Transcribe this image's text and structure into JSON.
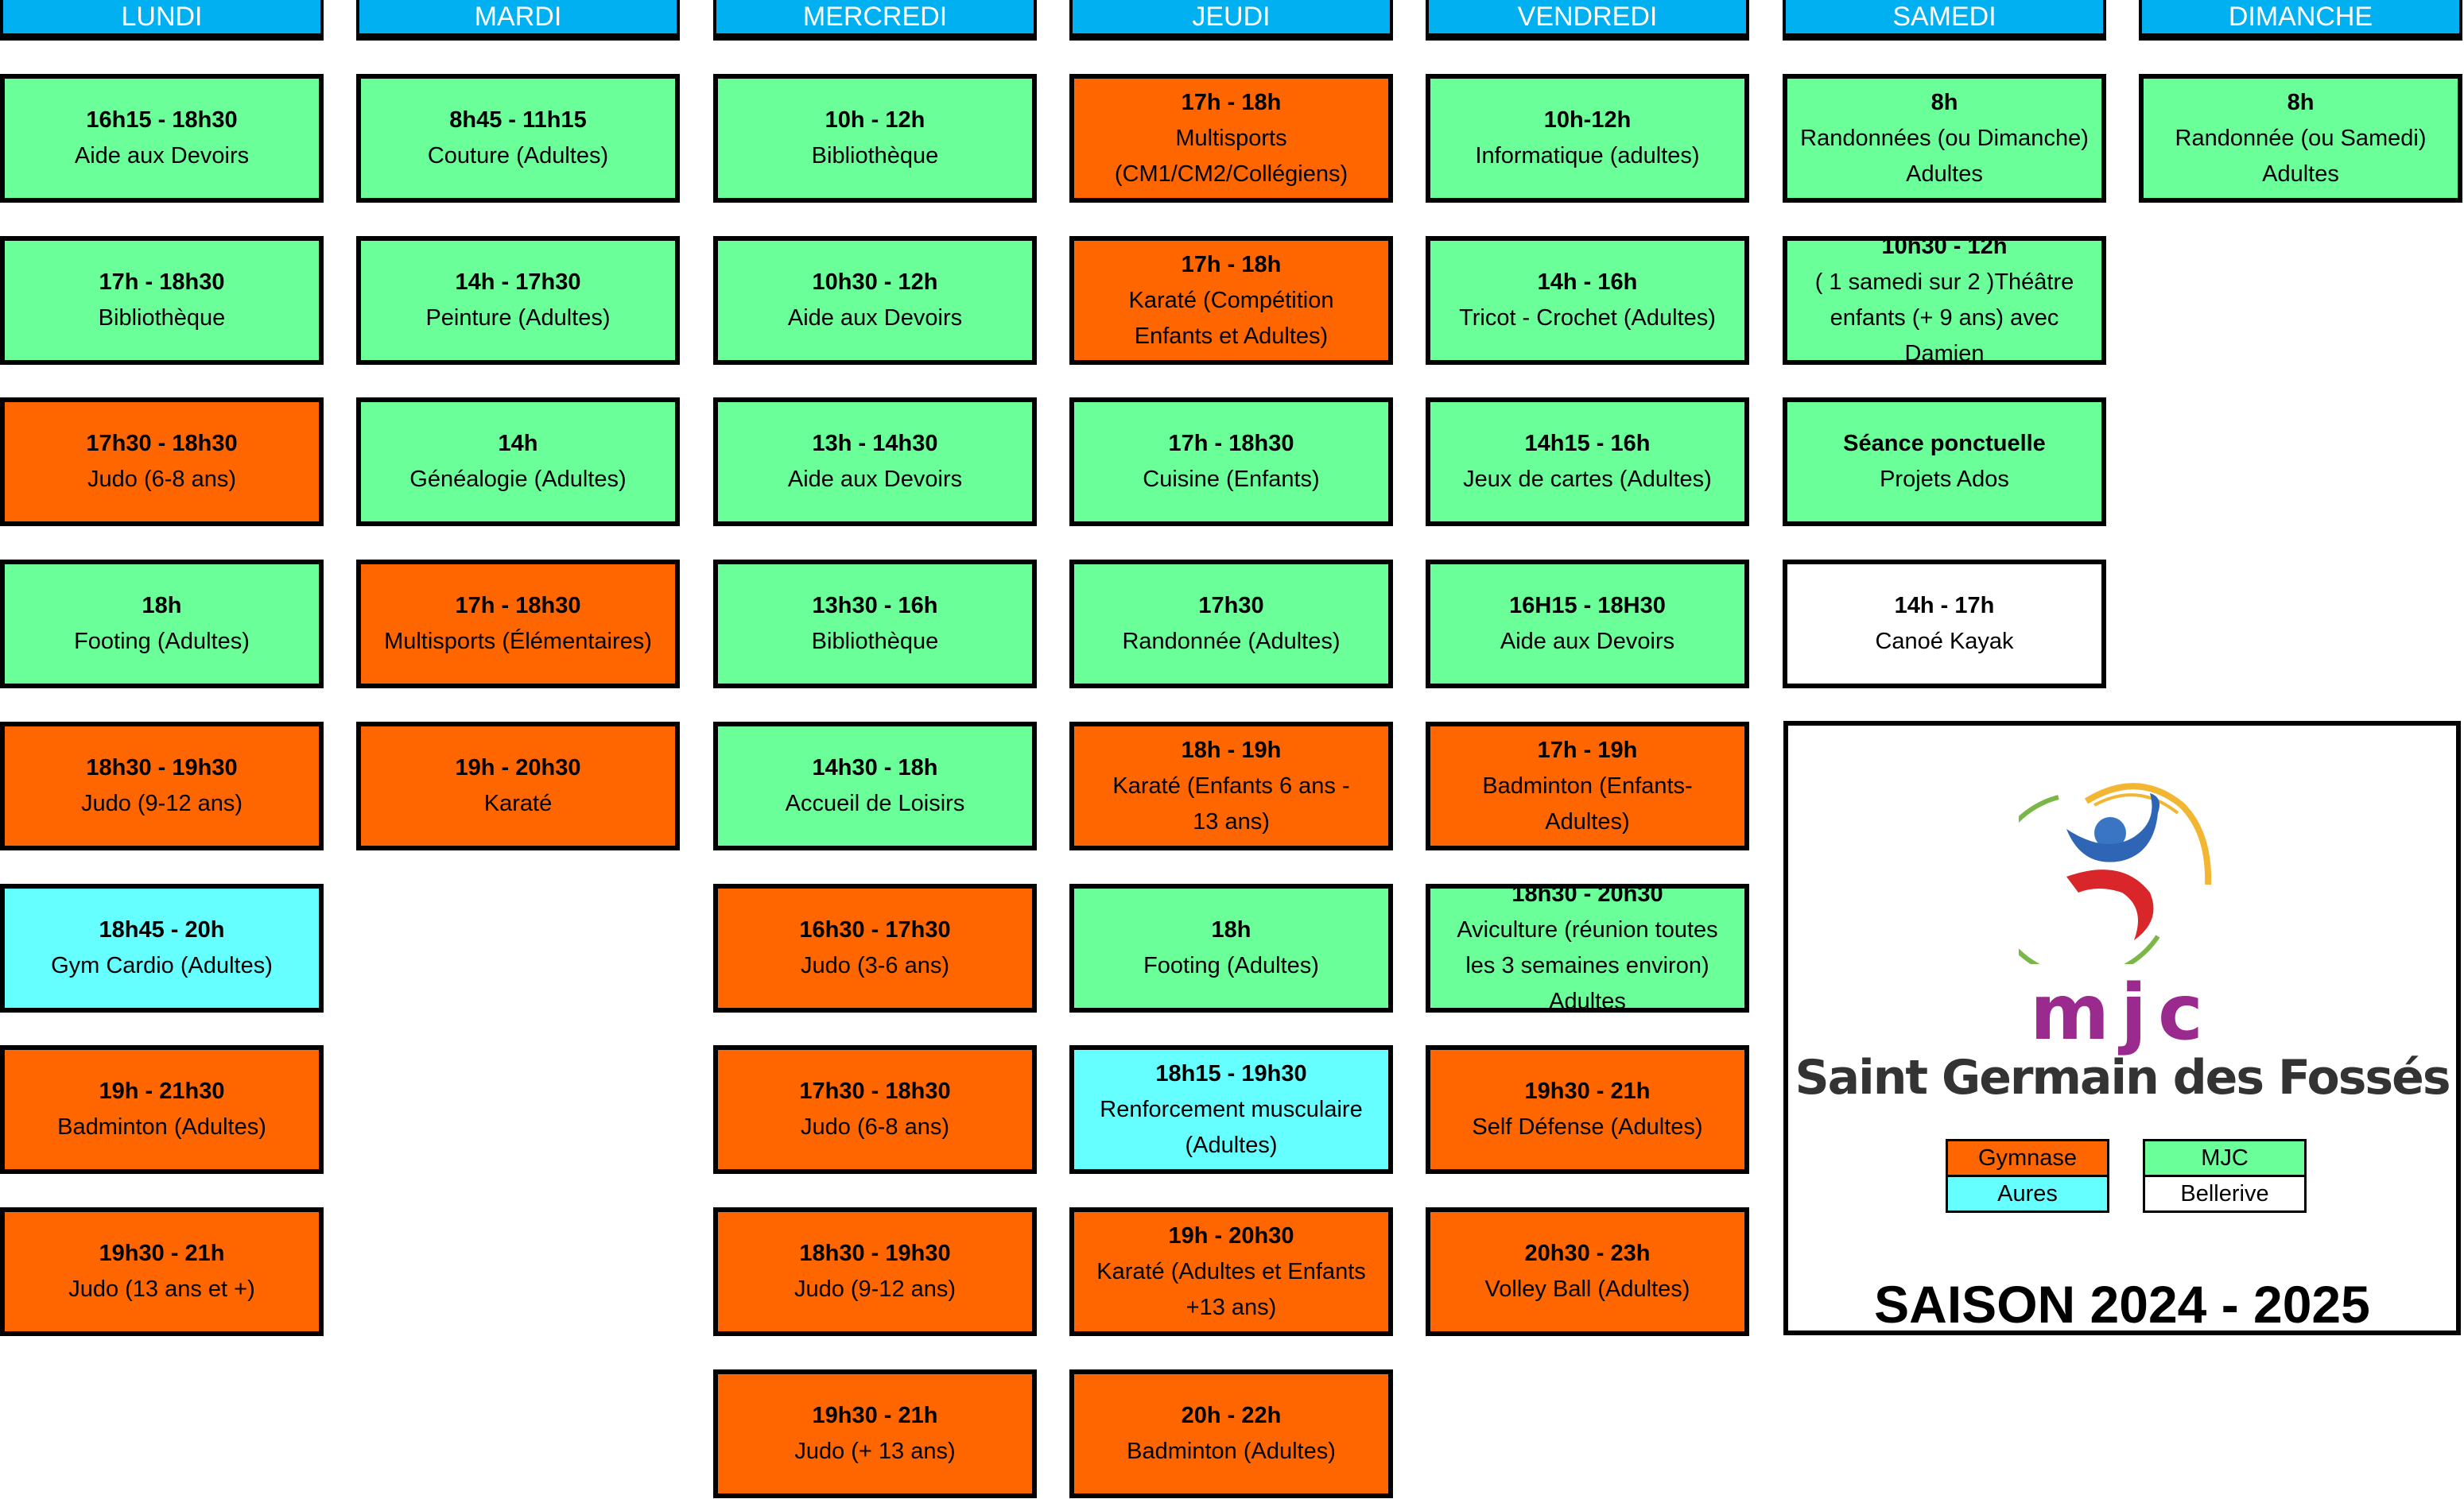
{
  "colors": {
    "gymnase": "#FF6600",
    "aures": "#66FFFF",
    "mjc": "#6BFF99",
    "bellerive": "#FFFFFF",
    "header": "#00B0F0"
  },
  "days": [
    {
      "name": "LUNDI",
      "cells": [
        {
          "type": "mjc",
          "lines": [
            "16h15 - 18h30",
            "Aide aux Devoirs"
          ]
        },
        {
          "type": "mjc",
          "lines": [
            "17h - 18h30",
            "Bibliothèque"
          ]
        },
        {
          "type": "gymnase",
          "lines": [
            "17h30 - 18h30",
            "Judo (6-8 ans)"
          ]
        },
        {
          "type": "mjc",
          "lines": [
            "18h",
            "Footing (Adultes)"
          ]
        },
        {
          "type": "gymnase",
          "lines": [
            "18h30 - 19h30",
            "Judo (9-12 ans)"
          ]
        },
        {
          "type": "aures",
          "lines": [
            "18h45 - 20h",
            "Gym Cardio (Adultes)"
          ]
        },
        {
          "type": "gymnase",
          "lines": [
            "19h - 21h30",
            "Badminton (Adultes)"
          ]
        },
        {
          "type": "gymnase",
          "lines": [
            "19h30 - 21h",
            "Judo (13 ans et +)"
          ]
        }
      ]
    },
    {
      "name": "MARDI",
      "cells": [
        {
          "type": "mjc",
          "lines": [
            "8h45 - 11h15",
            "Couture (Adultes)"
          ]
        },
        {
          "type": "mjc",
          "lines": [
            "14h - 17h30",
            "Peinture (Adultes)"
          ]
        },
        {
          "type": "mjc",
          "lines": [
            "14h",
            "Généalogie (Adultes)"
          ]
        },
        {
          "type": "gymnase",
          "lines": [
            "17h - 18h30",
            "Multisports (Élémentaires)"
          ]
        },
        {
          "type": "gymnase",
          "lines": [
            "19h - 20h30",
            "Karaté"
          ]
        }
      ]
    },
    {
      "name": "MERCREDI",
      "cells": [
        {
          "type": "mjc",
          "lines": [
            "10h - 12h",
            "Bibliothèque"
          ]
        },
        {
          "type": "mjc",
          "lines": [
            "10h30 - 12h",
            "Aide aux Devoirs"
          ]
        },
        {
          "type": "mjc",
          "lines": [
            "13h - 14h30",
            "Aide aux Devoirs"
          ]
        },
        {
          "type": "mjc",
          "lines": [
            "13h30 - 16h",
            "Bibliothèque"
          ]
        },
        {
          "type": "mjc",
          "lines": [
            "14h30 - 18h",
            "Accueil de Loisirs"
          ]
        },
        {
          "type": "gymnase",
          "lines": [
            "16h30 - 17h30",
            "Judo (3-6 ans)"
          ]
        },
        {
          "type": "gymnase",
          "lines": [
            "17h30 - 18h30",
            "Judo (6-8 ans)"
          ]
        },
        {
          "type": "gymnase",
          "lines": [
            "18h30 - 19h30",
            "Judo (9-12 ans)"
          ]
        },
        {
          "type": "gymnase",
          "lines": [
            "19h30 - 21h",
            "Judo (+ 13 ans)"
          ]
        }
      ]
    },
    {
      "name": "JEUDI",
      "cells": [
        {
          "type": "gymnase",
          "lines": [
            "17h - 18h",
            "Multisports",
            "(CM1/CM2/Collégiens)"
          ]
        },
        {
          "type": "gymnase",
          "lines": [
            "17h - 18h",
            "Karaté (Compétition",
            "Enfants et Adultes)"
          ]
        },
        {
          "type": "mjc",
          "lines": [
            "17h - 18h30",
            "Cuisine (Enfants)"
          ]
        },
        {
          "type": "mjc",
          "lines": [
            "17h30",
            "Randonnée (Adultes)"
          ]
        },
        {
          "type": "gymnase",
          "lines": [
            "18h - 19h",
            "Karaté (Enfants 6 ans -",
            "13 ans)"
          ]
        },
        {
          "type": "mjc",
          "lines": [
            "18h",
            "Footing (Adultes)"
          ]
        },
        {
          "type": "aures",
          "lines": [
            "18h15 - 19h30",
            "Renforcement musculaire",
            "(Adultes)"
          ]
        },
        {
          "type": "gymnase",
          "lines": [
            "19h - 20h30",
            "Karaté (Adultes et Enfants",
            "+13 ans)"
          ]
        },
        {
          "type": "gymnase",
          "lines": [
            "20h - 22h",
            "Badminton (Adultes)"
          ]
        }
      ]
    },
    {
      "name": "VENDREDI",
      "cells": [
        {
          "type": "mjc",
          "lines": [
            "10h-12h",
            "Informatique (adultes)"
          ]
        },
        {
          "type": "mjc",
          "lines": [
            "14h - 16h",
            "Tricot - Crochet (Adultes)"
          ]
        },
        {
          "type": "mjc",
          "lines": [
            "14h15 - 16h",
            "Jeux de cartes (Adultes)"
          ]
        },
        {
          "type": "mjc",
          "lines": [
            "16H15 - 18H30",
            "Aide aux Devoirs"
          ]
        },
        {
          "type": "gymnase",
          "lines": [
            "17h - 19h",
            "Badminton (Enfants-",
            "Adultes)"
          ]
        },
        {
          "type": "mjc",
          "lines": [
            "18h30 - 20h30",
            "Aviculture (réunion toutes",
            "les 3 semaines environ)",
            "Adultes"
          ]
        },
        {
          "type": "gymnase",
          "lines": [
            "19h30 - 21h",
            "Self Défense (Adultes)"
          ]
        },
        {
          "type": "gymnase",
          "lines": [
            "20h30 - 23h",
            "Volley Ball (Adultes)"
          ]
        }
      ]
    },
    {
      "name": "SAMEDI",
      "cells": [
        {
          "type": "mjc",
          "lines": [
            "8h",
            "Randonnées (ou Dimanche)",
            "Adultes"
          ]
        },
        {
          "type": "mjc",
          "lines": [
            "10h30 - 12h",
            "( 1 samedi sur 2 )Théâtre",
            "enfants (+ 9 ans) avec",
            "Damien"
          ]
        },
        {
          "type": "mjc",
          "lines": [
            "Séance ponctuelle",
            "Projets Ados"
          ]
        },
        {
          "type": "bellerive",
          "lines": [
            "14h - 17h",
            "Canoé Kayak"
          ]
        }
      ]
    },
    {
      "name": "DIMANCHE",
      "cells": [
        {
          "type": "mjc",
          "lines": [
            "8h",
            "Randonnée (ou Samedi)",
            "Adultes"
          ]
        }
      ]
    }
  ],
  "logo": {
    "mjc": "mjc",
    "org": "Saint Germain des Fossés"
  },
  "legend": {
    "gymnase": "Gymnase",
    "aures": "Aures",
    "mjc": "MJC",
    "bellerive": "Bellerive"
  },
  "season": "SAISON 2024 - 2025"
}
